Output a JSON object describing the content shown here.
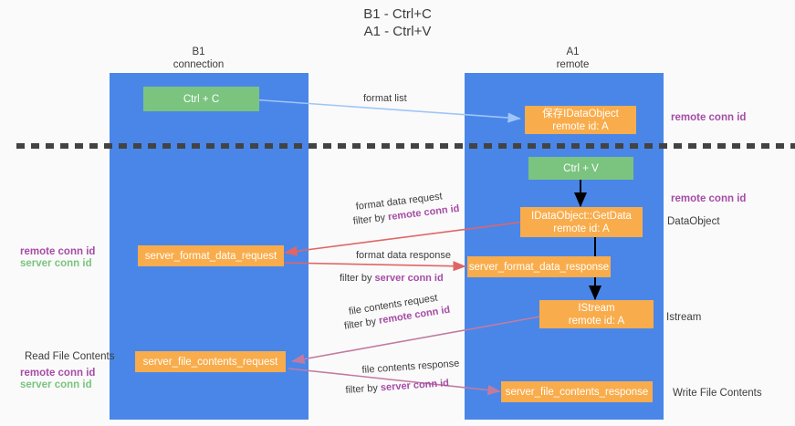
{
  "diagram": {
    "title": "B1 - Ctrl+C\nA1 - Ctrl+V",
    "columns": [
      {
        "name": "B1",
        "role": "connection",
        "header": "B1\nconnection"
      },
      {
        "name": "A1",
        "role": "remote",
        "header": "A1\nremote"
      }
    ],
    "colors": {
      "lane": "#4a86e8",
      "action_box": "#7ac47f",
      "message_box": "#f9ac4b",
      "remote_conn_id": "#a64ca6",
      "server_conn_id": "#7ac47f",
      "arrow_format_list": "#9fc5f8",
      "arrow_getdata": "#000000",
      "arrow_format_data": "#e06666",
      "arrow_file_contents": "#c27ba0",
      "divider": "#434343"
    },
    "boxes": [
      {
        "id": "ctrl-c",
        "kind": "action",
        "lines": "Ctrl + C"
      },
      {
        "id": "store-idataobject",
        "kind": "message",
        "lines": "保存IDataObject\nremote id: A"
      },
      {
        "id": "ctrl-v",
        "kind": "action",
        "lines": "Ctrl + V"
      },
      {
        "id": "idataobject-getdata",
        "kind": "message",
        "lines": "IDataObject::GetData\nremote id: A"
      },
      {
        "id": "server-format-data-request",
        "kind": "message",
        "lines": "server_format_data_request"
      },
      {
        "id": "server-format-data-response",
        "kind": "message",
        "lines": "server_format_data_response"
      },
      {
        "id": "istream",
        "kind": "message",
        "lines": "IStream\nremote id: A"
      },
      {
        "id": "server-file-contents-request",
        "kind": "message",
        "lines": "server_file_contents_request"
      },
      {
        "id": "server-file-contents-response",
        "kind": "message",
        "lines": "server_file_contents_response"
      }
    ],
    "edge_labels": {
      "format_list": "format list",
      "format_data_request": "format data request",
      "format_data_request_filter_prefix": "filter by ",
      "format_data_request_filter_key": "remote conn id",
      "format_data_response": "format data response",
      "format_data_response_filter_prefix": "filter by ",
      "format_data_response_filter_key": "server conn id",
      "file_contents_request": "file contents request",
      "file_contents_request_filter_prefix": "filter by ",
      "file_contents_request_filter_key": "remote conn id",
      "file_contents_response": "file contents response",
      "file_contents_response_filter_prefix": "filter by ",
      "file_contents_response_filter_key": "server conn id"
    },
    "annotations": {
      "right_remote_conn_id_top": "remote conn id",
      "right_remote_conn_id_mid": "remote conn id",
      "right_dataobject": "DataObject",
      "right_istream": "Istream",
      "right_write_file_contents": "Write File Contents",
      "left_keys_mid_remote": "remote conn id",
      "left_keys_mid_server": "server conn id",
      "left_read_file_contents": "Read File Contents",
      "left_keys_bottom_remote": "remote conn id",
      "left_keys_bottom_server": "server conn id"
    }
  }
}
